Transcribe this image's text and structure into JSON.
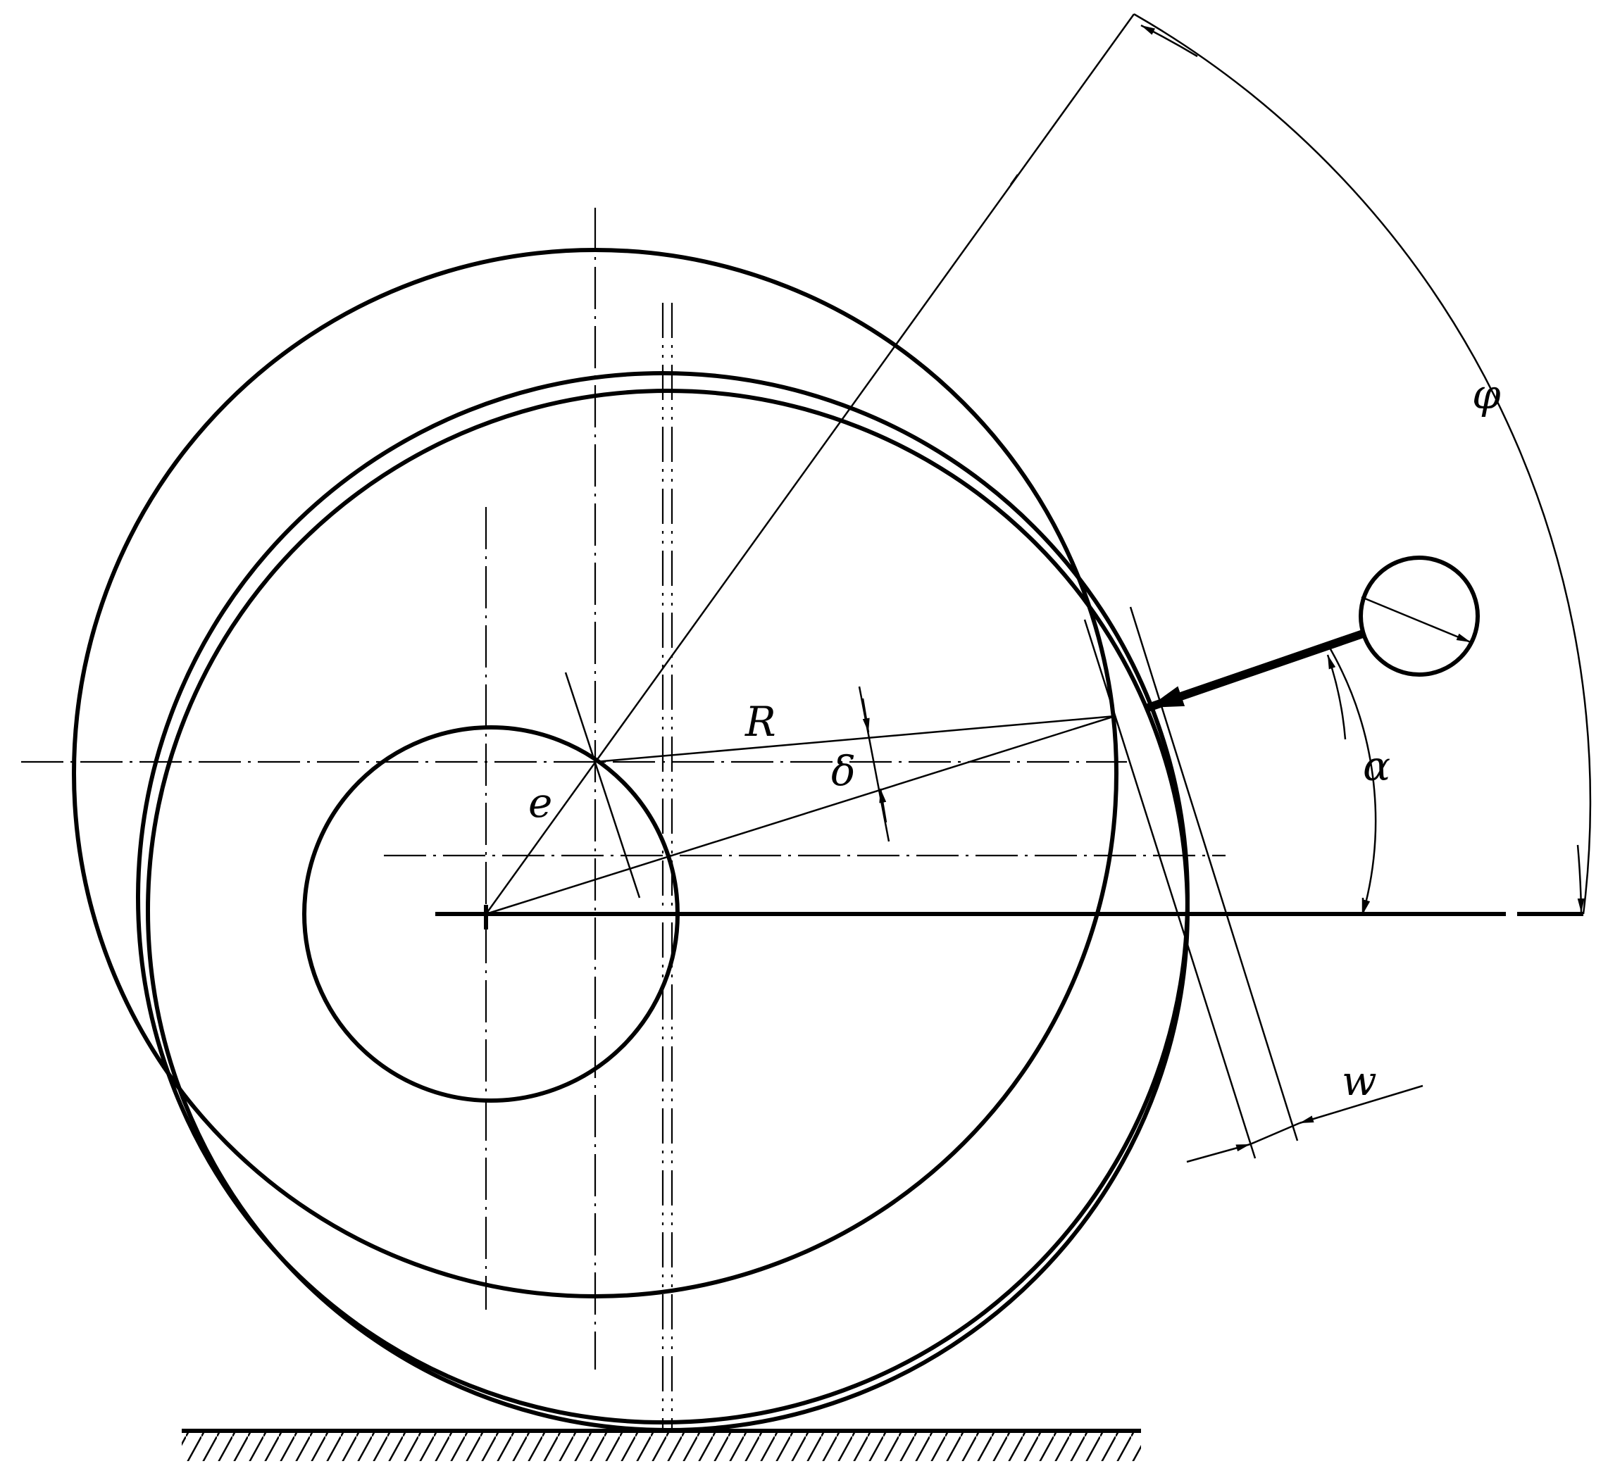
{
  "labels": {
    "R": "R",
    "e": "e",
    "delta": "δ",
    "alpha": "α",
    "phi": "φ",
    "w": "w"
  },
  "colors": {
    "stroke": "#000000",
    "background": "#ffffff"
  }
}
